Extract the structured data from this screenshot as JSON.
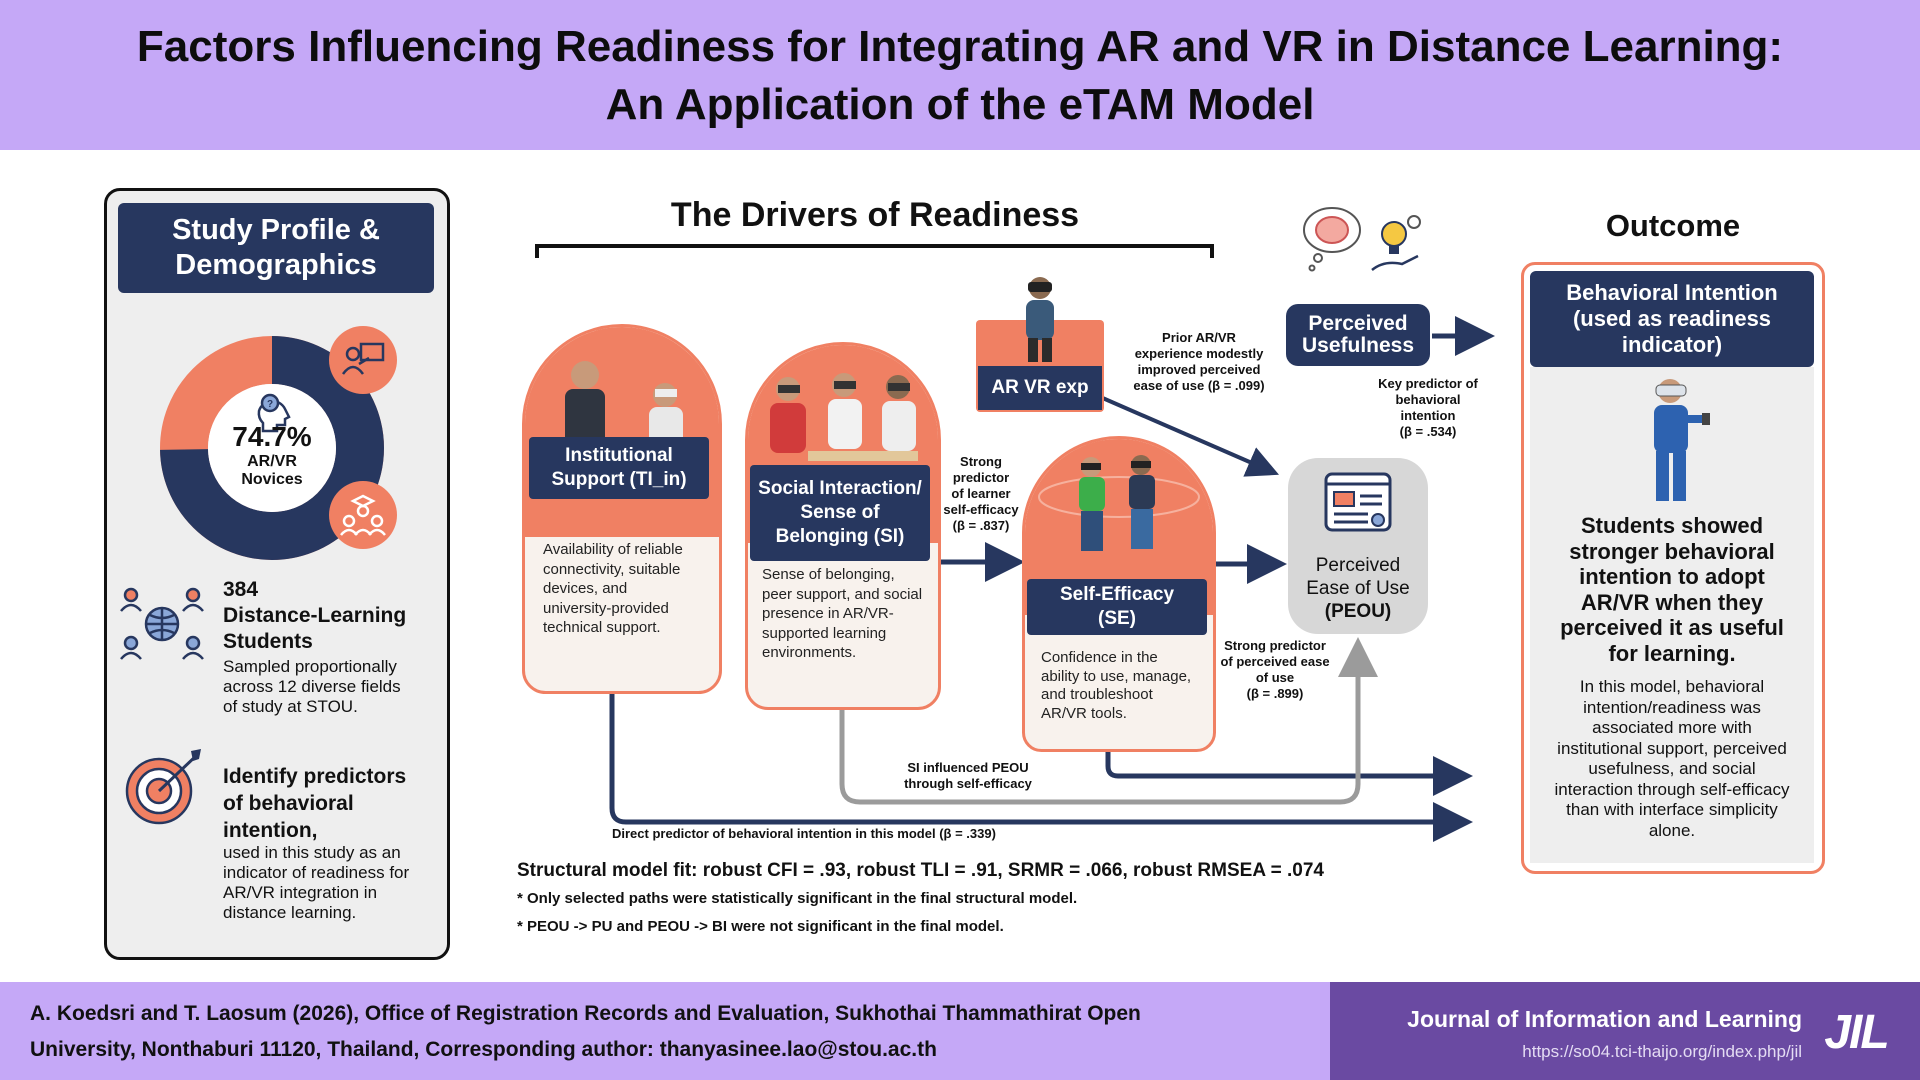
{
  "title": {
    "line1": "Factors Influencing Readiness for Integrating AR and VR in Distance Learning:",
    "line2": "An Application of the eTAM Model"
  },
  "profile": {
    "heading_line1": "Study Profile &",
    "heading_line2": "Demographics",
    "donut_percent": "74.7%",
    "donut_label_line1": "AR/VR",
    "donut_label_line2": "Novices",
    "donut_fraction": 0.747,
    "students_count": "384",
    "students_line1": "Distance-Learning",
    "students_line2": "Students",
    "students_desc_lines": [
      "Sampled proportionally",
      "across 12 diverse fields",
      "of study at STOU."
    ],
    "aim_heading_lines": [
      "Identify predictors",
      "of behavioral",
      "intention,"
    ],
    "aim_desc_lines": [
      "used in this study as an",
      "indicator of readiness for",
      "AR/VR integration in",
      "distance learning."
    ]
  },
  "drivers": {
    "heading": "The Drivers of Readiness",
    "institutional": {
      "label_lines": [
        "Institutional",
        "Support (TI_in)"
      ],
      "desc_lines": [
        "Availability of reliable",
        "connectivity, suitable",
        "devices, and",
        "university-provided",
        "technical support."
      ]
    },
    "social": {
      "label_lines": [
        "Social Interaction/",
        "Sense of",
        "Belonging (SI)"
      ],
      "desc_lines": [
        "Sense of belonging,",
        "peer support, and social",
        "presence in AR/VR-",
        "supported learning",
        "environments."
      ]
    },
    "arvr_exp": {
      "label": "AR VR exp"
    },
    "self_efficacy": {
      "label_lines": [
        "Self-Efficacy",
        "(SE)"
      ],
      "desc_lines": [
        "Confidence in the",
        "ability to use, manage,",
        "and troubleshoot",
        "AR/VR tools."
      ]
    },
    "peou": {
      "label_lines": [
        "Perceived",
        "Ease of Use",
        "(PEOU)"
      ]
    },
    "pu": {
      "label_lines": [
        "Perceived",
        "Usefulness"
      ]
    }
  },
  "annotations": {
    "si_to_se": [
      "Strong",
      "predictor",
      "of learner",
      "self-efficacy",
      "(β = .837)"
    ],
    "exp_to_peou": [
      "Prior AR/VR",
      "experience modestly",
      "improved perceived",
      "ease of use (β = .099)"
    ],
    "se_to_peou": [
      "Strong predictor",
      "of perceived ease",
      "of use",
      "(β = .899)"
    ],
    "pu_to_bi": [
      "Key predictor of",
      "behavioral",
      "intention",
      "(β = .534)"
    ],
    "si_peou": [
      "SI influenced PEOU",
      "through self-efficacy"
    ],
    "direct": "Direct predictor of behavioral intention in this model (β = .339)"
  },
  "fit": {
    "main": "Structural model fit: robust CFI = .93, robust TLI = .91, SRMR = .066, robust RMSEA = .074",
    "note1": "* Only selected paths were statistically significant in the final structural model.",
    "note2": "* PEOU -> PU and PEOU -> BI were not significant in the final model."
  },
  "outcome": {
    "heading": "Outcome",
    "box_lines": [
      "Behavioral Intention",
      "(used as readiness",
      "indicator)"
    ],
    "finding_lines": [
      "Students showed",
      "stronger behavioral",
      "intention to adopt",
      "AR/VR when they",
      "perceived it as useful",
      "for learning."
    ],
    "detail_lines": [
      "In this model, behavioral",
      "intention/readiness was",
      "associated more with",
      "institutional support, perceived",
      "usefulness, and social",
      "interaction through self-efficacy",
      "than with interface simplicity",
      "alone."
    ]
  },
  "footer": {
    "citation_line1": "A. Koedsri and T. Laosum (2026), Office of Registration Records and Evaluation, Sukhothai Thammathirat Open",
    "citation_line2": "University, Nonthaburi 11120, Thailand, Corresponding author: thanyasinee.lao@stou.ac.th",
    "journal": "Journal of Information and Learning",
    "url": "https://so04.tci-thaijo.org/index.php/jil",
    "logo_text": "JIL"
  },
  "colors": {
    "navy": "#27375f",
    "coral": "#f08063",
    "lavender": "#c5a8f7",
    "purple": "#6a4aa2",
    "gray": "#9b9b9b"
  },
  "icons": [
    "question-head-icon",
    "teacher-icon",
    "graduates-icon",
    "people-network-icon",
    "target-icon",
    "brain-icon",
    "lightbulb-hand-icon",
    "document-screen-icon"
  ]
}
